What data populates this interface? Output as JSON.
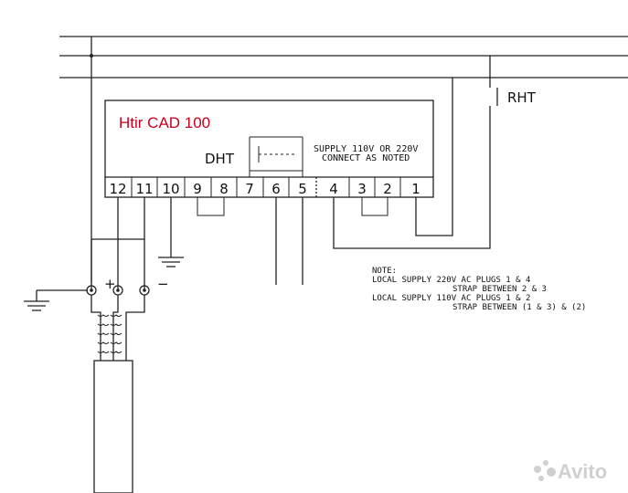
{
  "title": "Htir CAD 100",
  "labels": {
    "dht": "DHT",
    "rht": "RHT",
    "supply_line1": "SUPPLY 110V OR 220V",
    "supply_line2": "CONNECT AS NOTED",
    "plus": "+",
    "minus": "−"
  },
  "terminals": [
    "12",
    "11",
    "10",
    "9",
    "8",
    "7",
    "6",
    "5",
    "4",
    "3",
    "2",
    "1"
  ],
  "note": {
    "heading": "NOTE:",
    "line1": "LOCAL SUPPLY 220V AC PLUGS  1 & 4",
    "line2": "STRAP BETWEEN 2 & 3",
    "line3": "LOCAL SUPPLY 110V AC PLUGS  1 & 2",
    "line4": "STRAP BETWEEN (1 & 3) & (2)"
  },
  "watermark": "Avito"
}
